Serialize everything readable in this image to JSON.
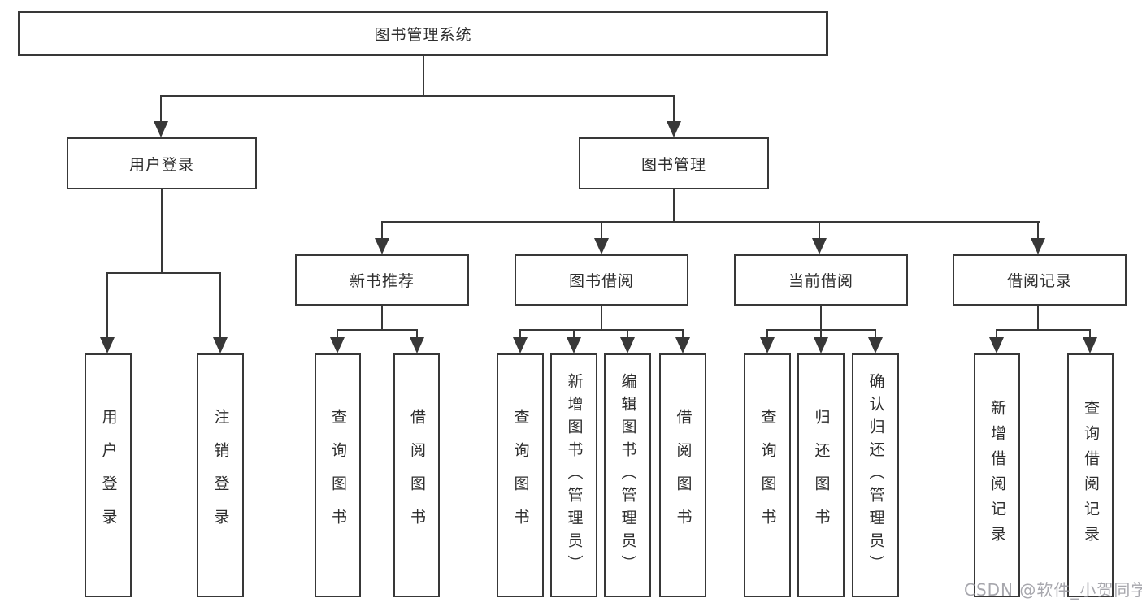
{
  "nodes": {
    "root": "图书管理系统",
    "l1": [
      "用户登录",
      "图书管理"
    ],
    "l2": [
      "新书推荐",
      "图书借阅",
      "当前借阅",
      "借阅记录"
    ],
    "leaves_user": [
      "用户登录",
      "注销登录"
    ],
    "leaves_newbook": [
      "查询图书",
      "借阅图书"
    ],
    "leaves_borrow": [
      "查询图书",
      "新增图书（管理员）",
      "编辑图书（管理员）",
      "借阅图书"
    ],
    "leaves_current": [
      "查询图书",
      "归还图书",
      "确认归还（管理员）"
    ],
    "leaves_records": [
      "新增借阅记录",
      "查询借阅记录"
    ]
  },
  "watermark": "CSDN @软件_小贺同学",
  "colors": {
    "line": "#383838",
    "text": "#2e2e2e",
    "background": "#ffffff"
  }
}
